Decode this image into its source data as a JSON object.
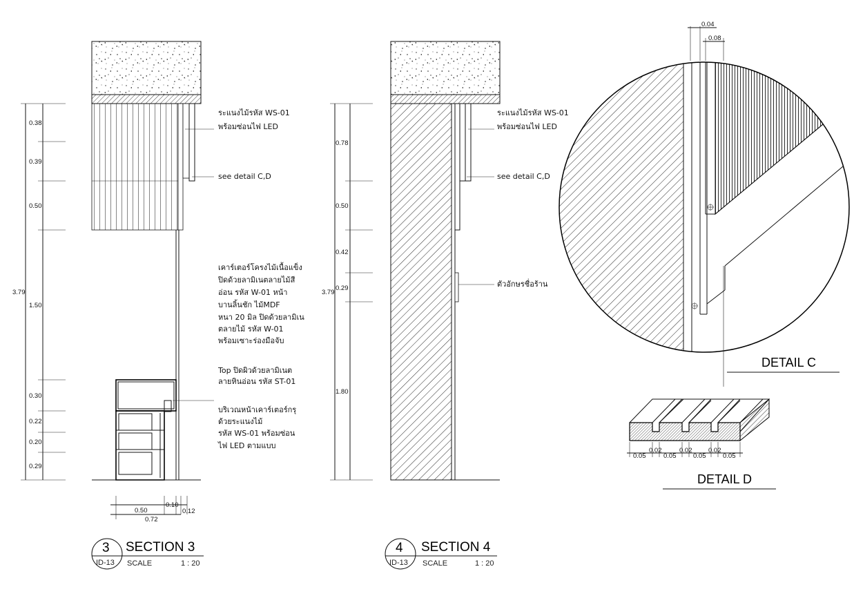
{
  "section3": {
    "number": "3",
    "sheet_ref": "ID-13",
    "title": "SECTION 3",
    "scale_label": "SCALE",
    "scale_value": "1 :  20",
    "overall_height": "3.79",
    "dims_vertical": [
      "0.38",
      "0.39",
      "0.50",
      "1.50",
      "0.30",
      "0.22",
      "0.20",
      "0.29"
    ],
    "dims_bottom": [
      "0.50",
      "0.10",
      "0.12",
      "0.72"
    ],
    "notes": {
      "slats_1": "ระแนงไม้รหัส WS-01",
      "slats_2": "พร้อมซ่อนไฟ LED",
      "see_detail": "see detail C,D",
      "counter_1": "เคาร์เตอร์โครงไม้เนื้อแข็ง",
      "counter_2": "ปิดด้วยลามิเนตลายไม้สี",
      "counter_3": "อ่อน รหัส W-01 หน้า",
      "counter_4": "บานลิ้นชัก ไม้MDF",
      "counter_5": "หนา 20 มิล ปิดด้วยลามิเน",
      "counter_6": "ตลายไม้ รหัส W-01",
      "counter_7": "พร้อมเซาะร่องมือจับ",
      "top_1": "Top ปิดผิวด้วยลามิเนต",
      "top_2": "ลายหินอ่อน รหัส ST-01",
      "front_1": "บริเวณหน้าเคาร์เตอร์กรุ",
      "front_2": "ด้วยระแนงไม้",
      "front_3": "รหัส WS-01  พร้อมซ่อน",
      "front_4": "ไฟ LED ตามแบบ"
    }
  },
  "section4": {
    "number": "4",
    "sheet_ref": "ID-13",
    "title": "SECTION 4",
    "scale_label": "SCALE",
    "scale_value": "1 :  20",
    "overall_height": "3.79",
    "dims_vertical": [
      "0.78",
      "0.50",
      "0.42",
      "0.29",
      "1.80"
    ],
    "notes": {
      "slats_1": "ระแนงไม้รหัส WS-01",
      "slats_2": "พร้อมซ่อนไฟ LED",
      "see_detail": "see detail C,D",
      "sign": "ตัวอักษรชื่อร้าน"
    }
  },
  "detail_c": {
    "title": "DETAIL C",
    "dim_top_1": "0.04",
    "dim_top_2": "0.08"
  },
  "detail_d": {
    "title": "DETAIL D",
    "dims": [
      "0.05",
      "0.02",
      "0.05",
      "0.02",
      "0.05",
      "0.02",
      "0.05"
    ]
  }
}
